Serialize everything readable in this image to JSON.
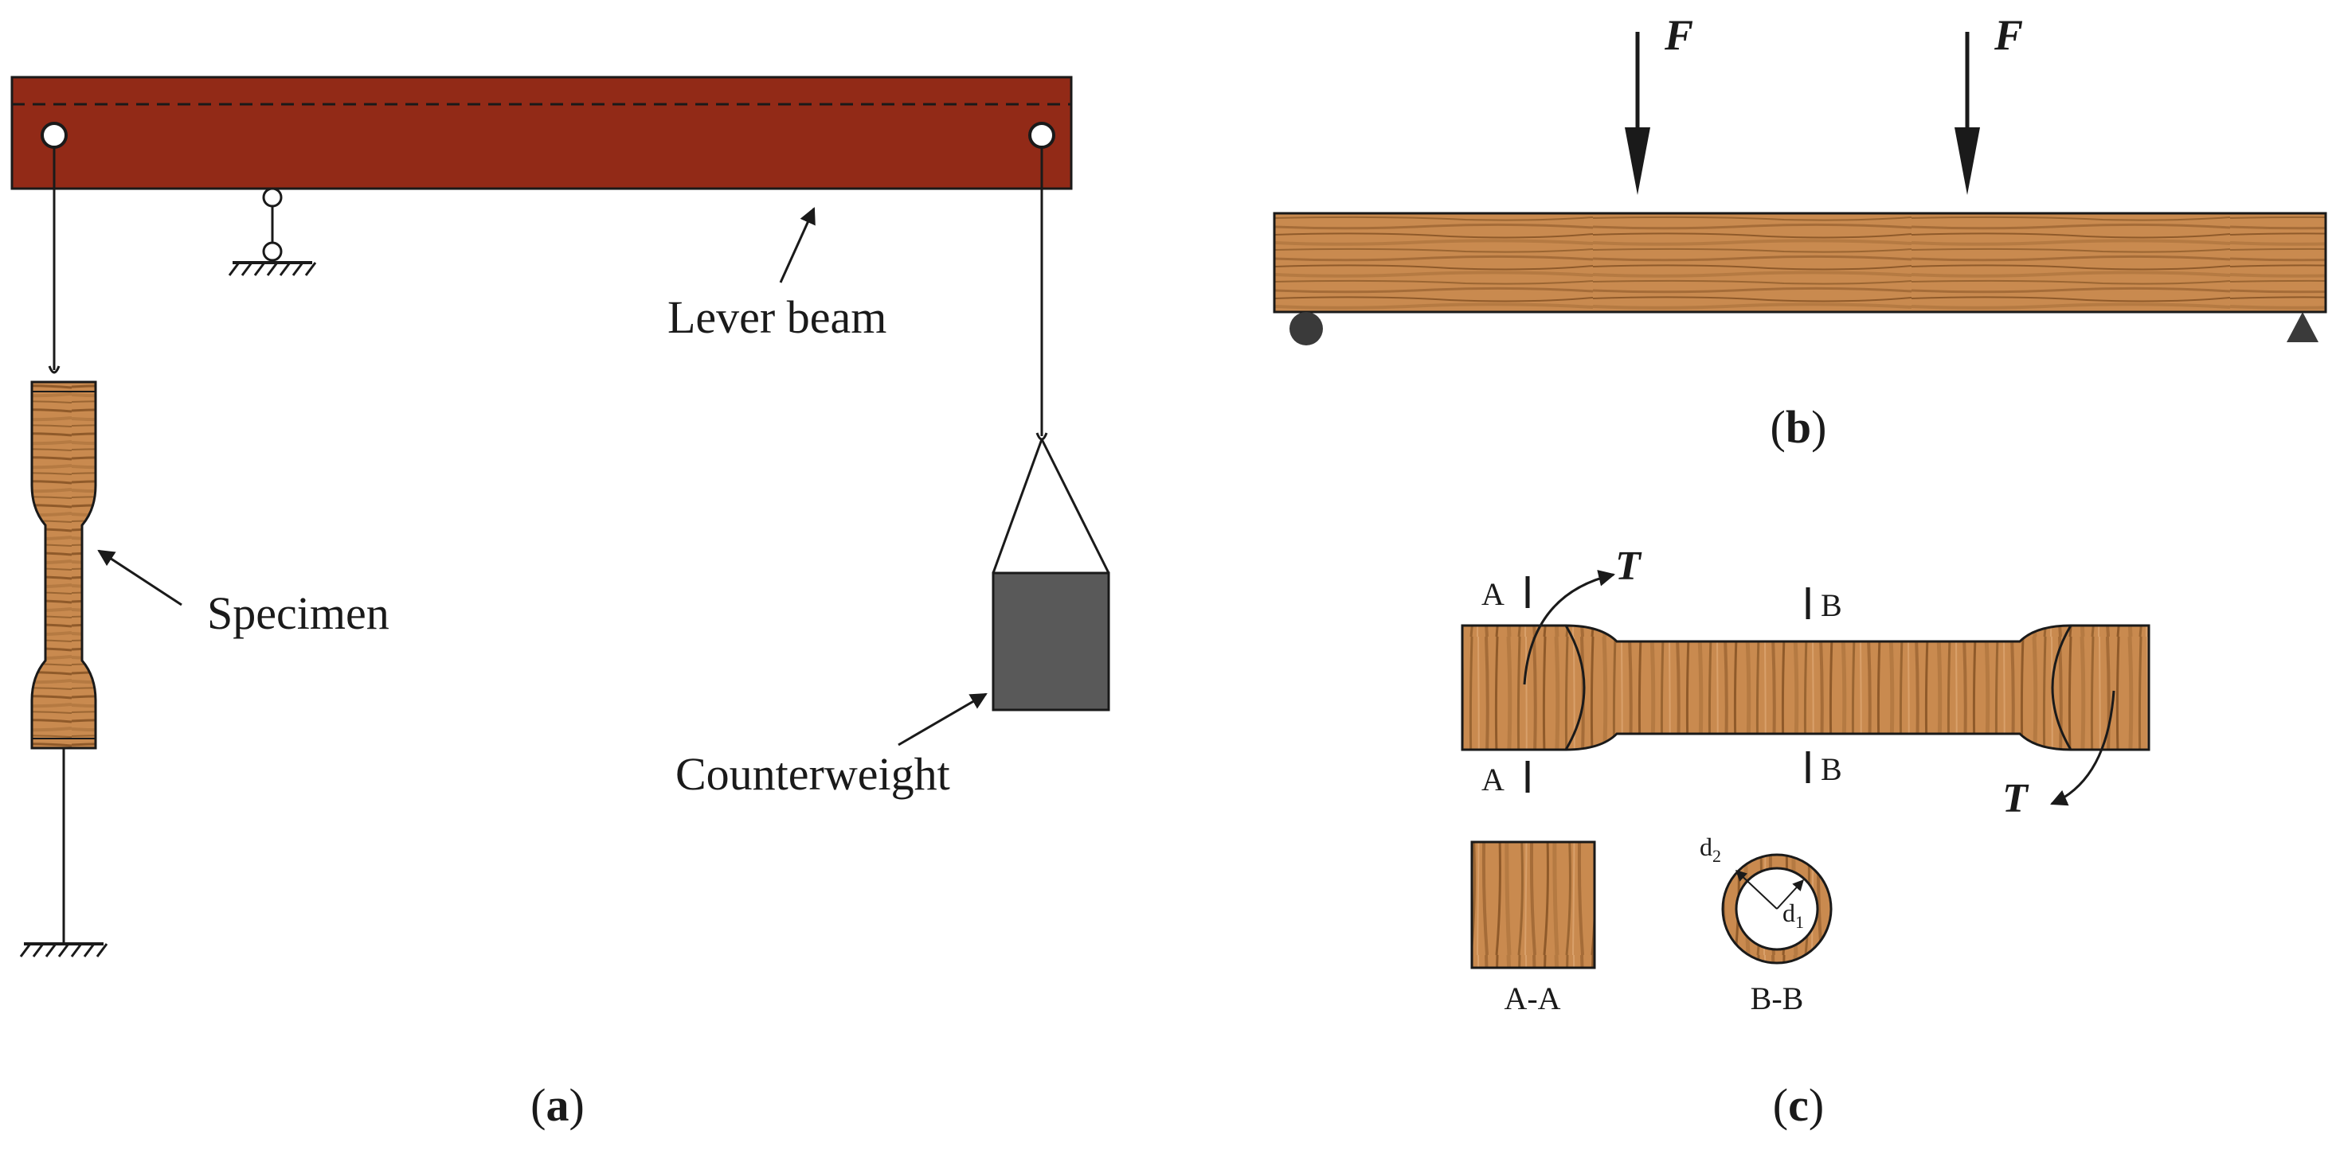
{
  "panel_a": {
    "caption_open": "(",
    "caption_letter": "a",
    "caption_close": ")",
    "lever_beam_label": "Lever beam",
    "specimen_label": "Specimen",
    "counterweight_label": "Counterweight"
  },
  "panel_b": {
    "caption_open": "(",
    "caption_letter": "b",
    "caption_close": ")",
    "force_label_left": "F",
    "force_label_right": "F"
  },
  "panel_c": {
    "caption_open": "(",
    "caption_letter": "c",
    "caption_close": ")",
    "torque_label_left": "T",
    "torque_label_right": "T",
    "section_a_top": "A",
    "section_a_bottom": "A",
    "section_b_top": "B",
    "section_b_bottom": "B",
    "section_aa_label": "A-A",
    "section_bb_label": "B-B",
    "d2_label": "d",
    "d2_sub": "2",
    "d1_label": "d",
    "d1_sub": "1"
  },
  "colors": {
    "lever_beam": "#922a17",
    "wood_base": "#c98a4f",
    "wood_grain": "#9a6532",
    "counterweight": "#595959",
    "line": "#1a1a1a"
  }
}
